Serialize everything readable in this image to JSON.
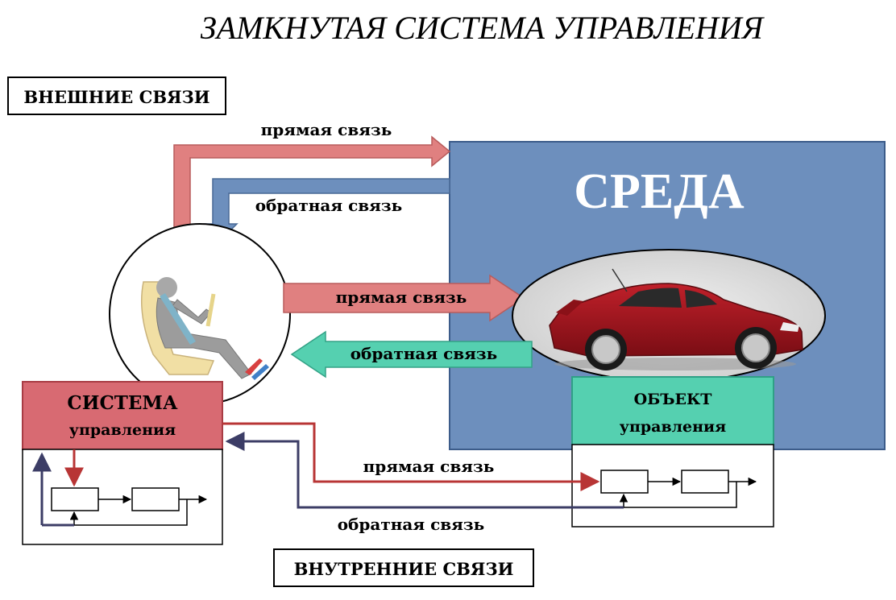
{
  "title": "ЗАМКНУТАЯ СИСТЕМА УПРАВЛЕНИЯ",
  "external_links_label": "ВНЕШНИЕ СВЯЗИ",
  "internal_links_label": "ВНУТРЕННИЕ СВЯЗИ",
  "environment": {
    "label": "СРЕДА"
  },
  "control_system": {
    "line1": "СИСТЕМА",
    "line2": "управления"
  },
  "control_object": {
    "line1": "ОБЪЕКТ",
    "line2": "управления"
  },
  "arrows": {
    "external_forward": "прямая связь",
    "external_feedback": "обратная связь",
    "middle_forward": "прямая связь",
    "middle_feedback": "обратная связь",
    "internal_forward": "прямая связь",
    "internal_feedback": "обратная связь"
  },
  "colors": {
    "environment": "#6d8fbd",
    "forward_arrow": "#e08080",
    "feedback_arrow": "#6d8fbd",
    "feedback_teal": "#55d0b0",
    "system_box": "#d86a72",
    "object_box": "#55d0b0",
    "internal_forward": "#b83535",
    "internal_feedback": "#3c3d66"
  }
}
